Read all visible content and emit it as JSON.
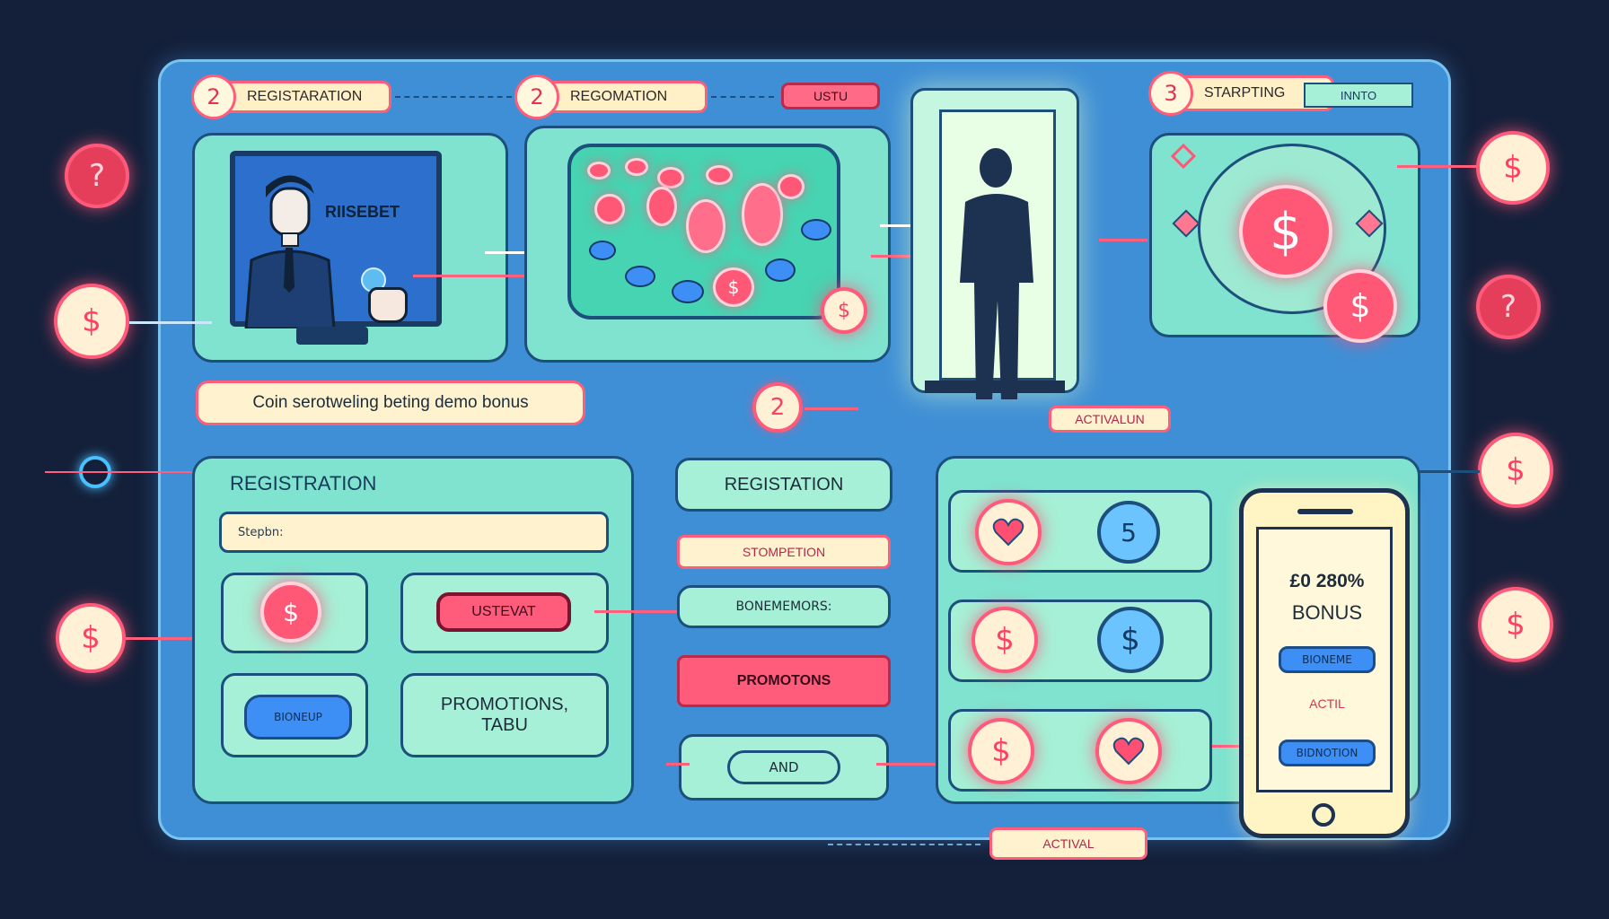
{
  "steps": [
    {
      "num": "2",
      "label": "REGISTARATION"
    },
    {
      "num": "2",
      "label": "REGOMATION"
    },
    {
      "tag": "USTU"
    },
    {
      "num": "3",
      "label": "STARPTING",
      "extra": "INNTO"
    }
  ],
  "top_panels": {
    "monitor_brand": "RIISEBET",
    "door_label": "ACTIVALUN"
  },
  "middle_banner": {
    "text": "Coin serotweling beting demo bonus",
    "num": "2"
  },
  "registration_panel": {
    "title": "REGISTRATION",
    "input_placeholder": "Stepbn:",
    "button_red": "USTEVAT",
    "button_blue": "BIONEUP",
    "promo": "PROMOTIONS,\nTABU"
  },
  "center_column": {
    "registration": "REGISTATION",
    "stompetion": "STOMPETION",
    "bonus_memos": "BONEMEMORS:",
    "promotions": "PROMOTONS",
    "and": "AND"
  },
  "right_rows": {
    "num_coin": "5"
  },
  "phone": {
    "amount": "£0 280%",
    "bonus": "BONUS",
    "btn1": "BIONEME",
    "act": "ACTIL",
    "btn2": "BIDNOTION"
  },
  "bottom_label": "ACTIVAL",
  "side_coins": {
    "dollar": "$",
    "question": "?"
  },
  "icons": [
    "dollar-icon",
    "question-icon",
    "heart-icon",
    "diamond-icon",
    "cursor-hand-icon"
  ],
  "colors": {
    "board": "#3f8fd6",
    "panel": "#7fe3cf",
    "accent_red": "#ff5d7a",
    "bg": "#14203a"
  }
}
